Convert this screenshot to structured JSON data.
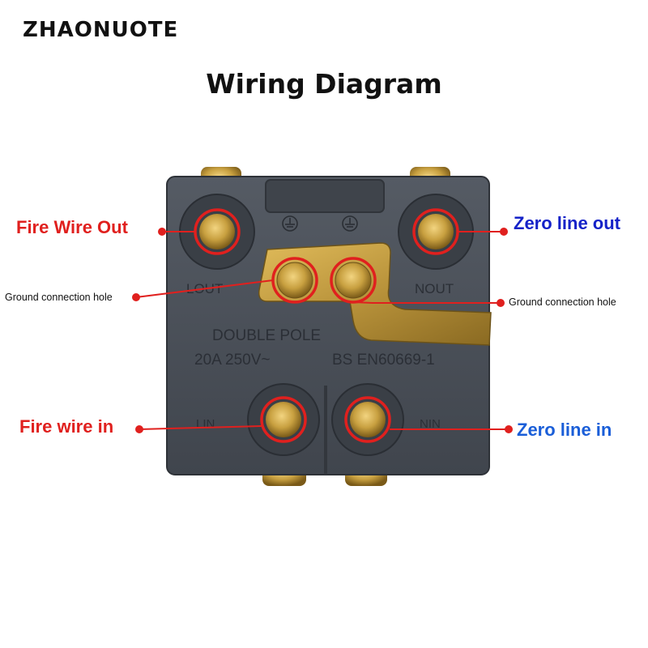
{
  "brand": "ZHAONUOTE",
  "title": "Wiring Diagram",
  "colors": {
    "fire": "#e0201e",
    "zero": "#1522c8",
    "zero_in": "#1a5ed8",
    "housing": "#4a5059",
    "housing_dark": "#3a3f47",
    "brass": "#c8a040",
    "ground_bar": "#b8923a"
  },
  "labels": {
    "fire_wire_out": "Fire Wire Out",
    "zero_line_out": "Zero line out",
    "ground_left": "Ground connection hole",
    "ground_right": "Ground connection hole",
    "fire_wire_in": "Fire wire in",
    "zero_line_in": "Zero line in"
  },
  "embossed": {
    "l_out": "LOUT",
    "n_out": "NOUT",
    "l_in": "LIN",
    "n_in": "NIN",
    "double_pole": "DOUBLE POLE",
    "rating": "20A 250V~",
    "standard": "BS EN60669-1"
  }
}
